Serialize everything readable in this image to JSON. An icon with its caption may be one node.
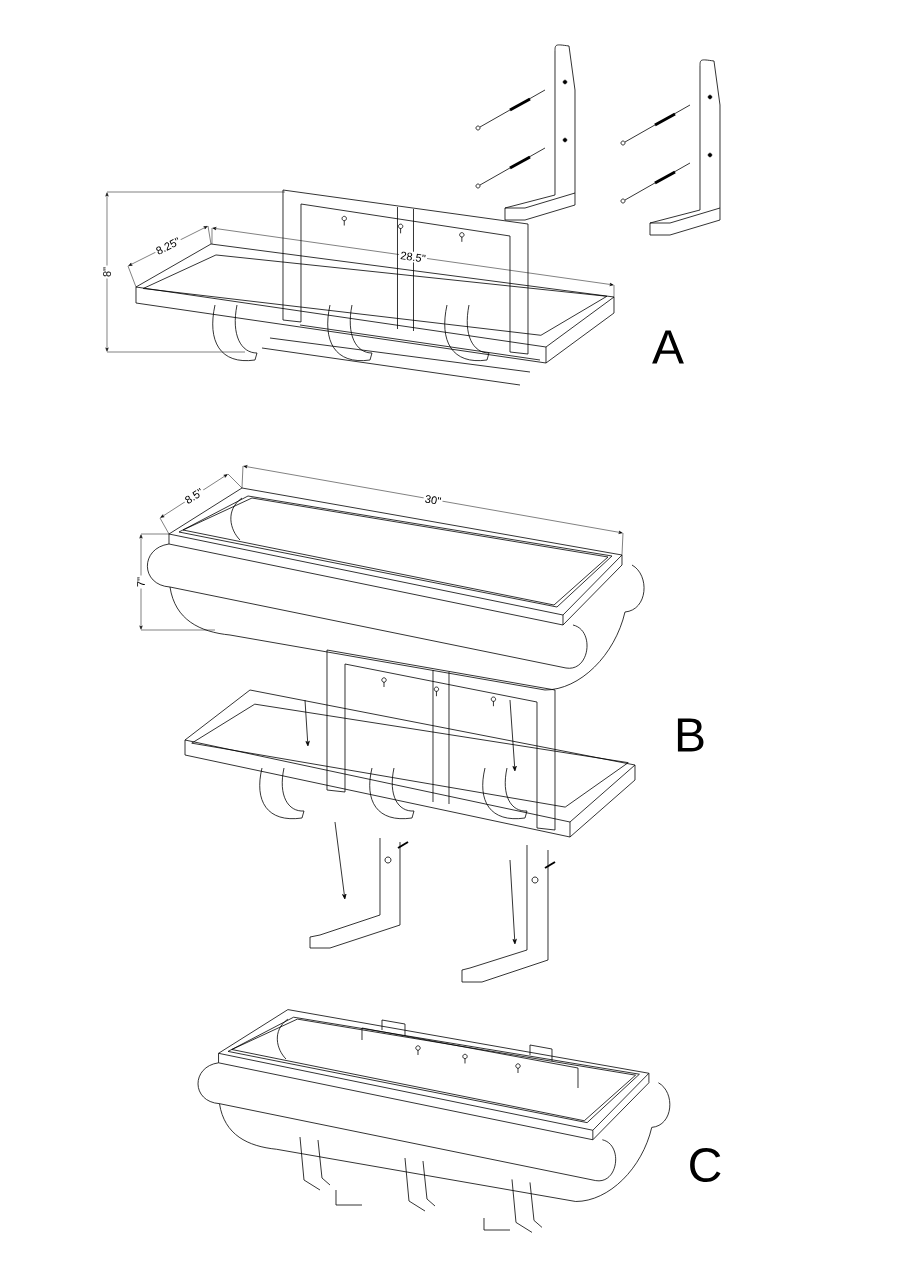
{
  "diagram": {
    "labels": [
      "8.25\"",
      "28.5\"",
      "8\"",
      "A",
      "8.5\"",
      "30\"",
      "7\"",
      "B",
      "C"
    ]
  }
}
